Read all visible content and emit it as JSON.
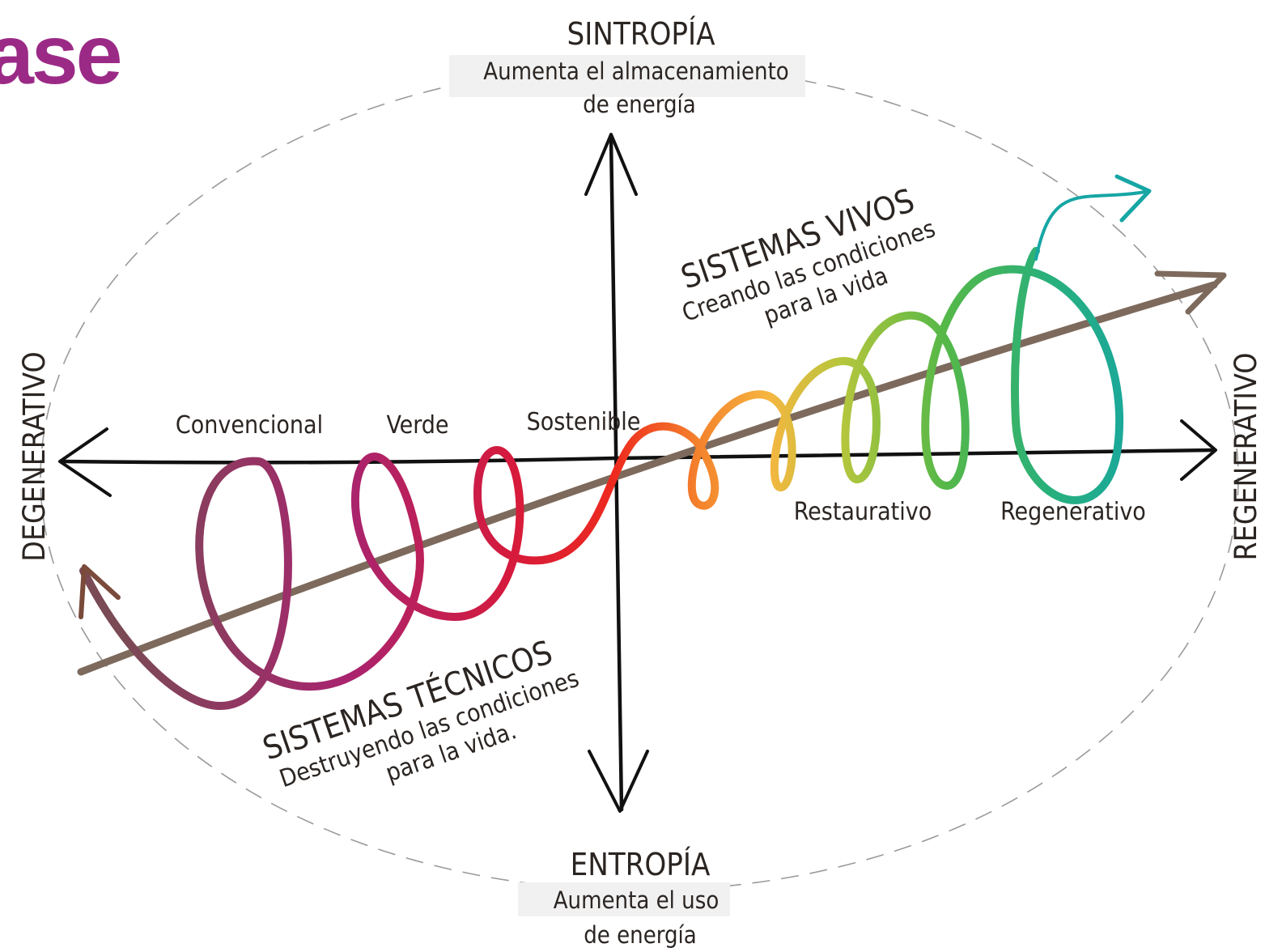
{
  "logo": {
    "text": "ase",
    "color": "#9b2a86"
  },
  "axes": {
    "top": {
      "title": "SINTROPÍA",
      "line1": "Aumenta el almacenamiento",
      "line2": "de energía"
    },
    "bottom": {
      "title": "ENTROPÍA",
      "line1": "Aumenta el uso",
      "line2": "de energía"
    },
    "left": "DEGENERATIVO",
    "right": "REGENERATIVO"
  },
  "stages": {
    "convencional": "Convencional",
    "verde": "Verde",
    "sostenible": "Sostenible",
    "restaurativo": "Restaurativo",
    "regenerativo": "Regenerativo"
  },
  "living": {
    "title": "SISTEMAS VIVOS",
    "line1": "Creando las condiciones",
    "line2": "para la vida"
  },
  "technical": {
    "title": "SISTEMAS TÉCNICOS",
    "line1": "Destruyendo las condiciones",
    "line2": "para la vida."
  },
  "colors": {
    "axis": "#111111",
    "trend": "#7d6a5c",
    "ellipse": "#9a9a9a",
    "spiral_start": "#7a4a55",
    "spiral_red": "#e8201f",
    "spiral_orange": "#f59a32",
    "spiral_green": "#5fb84a",
    "spiral_teal": "#1aa8a0"
  }
}
